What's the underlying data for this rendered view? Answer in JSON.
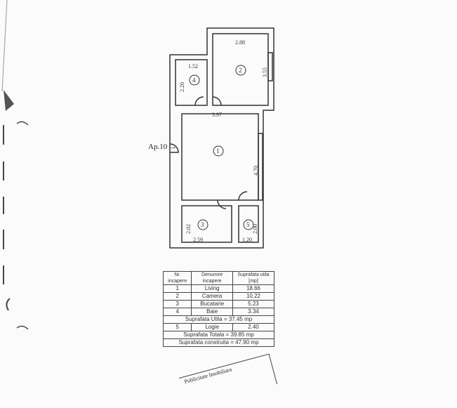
{
  "plan": {
    "apartment_label": "Ap.10",
    "rooms": [
      {
        "number": "1",
        "dim_width": "3.97",
        "dim_height": "4.70"
      },
      {
        "number": "2",
        "dim_width": "2.88",
        "dim_height": "3.55"
      },
      {
        "number": "3",
        "dim_width": "2.59",
        "dim_height": "2.02"
      },
      {
        "number": "4",
        "dim_width": "1.52",
        "dim_height": "2.20"
      },
      {
        "number": "5",
        "dim_width": "1.20",
        "dim_height": "2.00"
      }
    ]
  },
  "table": {
    "headers": [
      "Nr. incapere",
      "Denumire incapere",
      "Suprafata utila [mp]"
    ],
    "rows": [
      {
        "nr": "1",
        "name": "Living",
        "area": "18.66"
      },
      {
        "nr": "2",
        "name": "Camera",
        "area": "10.22"
      },
      {
        "nr": "3",
        "name": "Bucatarie",
        "area": "5.23"
      },
      {
        "nr": "4",
        "name": "Baie",
        "area": "3.34"
      }
    ],
    "useful_area": "Suprafata Utila = 37.45 mp",
    "loggia": {
      "nr": "5",
      "name": "Logie",
      "area": "2.40"
    },
    "total_area": "Suprafata Totala = 39.85 mp",
    "built_area": "Suprafata construita = 47.90 mp"
  },
  "stamp": {
    "text": "Publicitate Imobiliara"
  }
}
